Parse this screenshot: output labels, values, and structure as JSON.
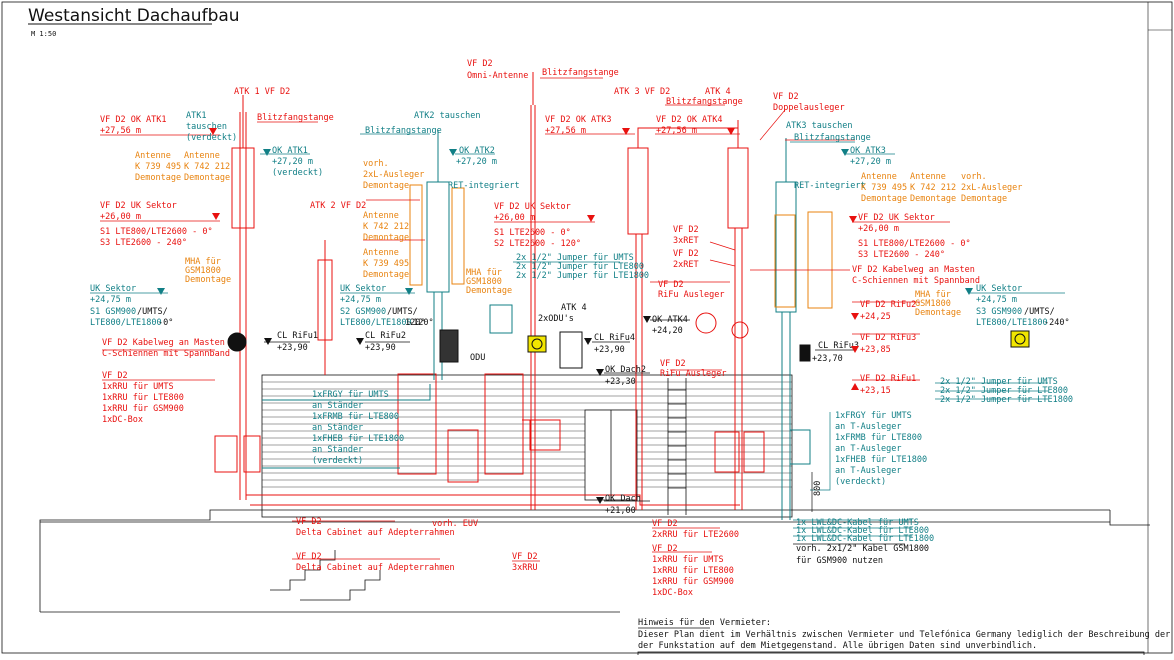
{
  "title": "Westansicht Dachaufbau",
  "scale": "M 1:50",
  "colors": {
    "red": "#e8110f",
    "teal": "#117f86",
    "orange": "#e8830f",
    "black": "#111111"
  },
  "labels": {
    "vfd2_top": "VF D2",
    "omni": "Omni-Antenne",
    "blitz_omni": "Blitzfangstange",
    "atk1": "ATK 1 VF D2",
    "atk3": "ATK 3 VF D2",
    "atk4": "ATK 4",
    "vfd2_dopp": "VF D2",
    "doppelausleger": "Doppelausleger",
    "ok_atk1_red": "VF D2 OK  ATK1",
    "ok_atk1_red_val": "+27,56 m",
    "atk1_tauschen": "ATK1",
    "atk1_tauschen2": "tauschen",
    "atk1_tauschen3": "(verdeckt)",
    "blitz_atk1": "Blitzfangstange",
    "ok_atk1_teal": "OK ATK1",
    "ok_atk1_teal_val": "+27,20 m",
    "ok_atk1_teal_note": "(verdeckt)",
    "ant_l1": "Antenne",
    "ant_l2": "K 739 495",
    "ant_l3": "Demontage",
    "ant_r1": "Antenne",
    "ant_r2": "K 742 212",
    "ant_r3": "Demontage",
    "atk2_tauschen": "ATK2 tauschen",
    "blitz_atk2": "Blitzfangstange",
    "ok_atk2": "OK ATK2",
    "ok_atk2_val": "+27,20 m",
    "vorh1": "vorh.",
    "vorh2": "2xL-Ausleger",
    "vorh3": "Demontage",
    "ret_int": "RET-integriert",
    "ok_atk3_red": "VF D2  OK  ATK3",
    "ok_atk3_red_val": "+27,56 m",
    "ok_atk4_red": "VF D2  OK  ATK4",
    "ok_atk4_red_val": "+27,56 m",
    "blitz_atk34": "Blitzfangstange",
    "atk3_tauschen": "ATK3 tauschen",
    "blitz_atk3": "Blitzfangstange",
    "ok_atk3_teal": "OK ATK3",
    "ok_atk3_teal_val": "+27,20 m",
    "ret_int_r": "RET-integriert",
    "ant_a1": "Antenne",
    "ant_a2": "K 739 495",
    "ant_a3": "Demontage",
    "ant_b1": "Antenne",
    "ant_b2": "K 742 212",
    "ant_b3": "Demontage",
    "vorh_r1": "vorh.",
    "vorh_r2": "2xL-Ausleger",
    "vorh_r3": "Demontage",
    "uk_l": "VF D2 UK  Sektor",
    "uk_l_val": "+26,00 m",
    "uk_l_s1": "S1 LTE800/LTE2600 - 0°",
    "uk_l_s3": "S3 LTE2600 - 240°",
    "atk2": "ATK 2 VF D2",
    "ant_m1": "Antenne",
    "ant_m2": "K 742 212",
    "ant_m3": "Demontage",
    "ant_m4": "Antenne",
    "ant_m5": "K 739 495",
    "ant_m6": "Demontage",
    "uk_m": "VF D2 UK  Sektor",
    "uk_m_val": "+26,00 m",
    "uk_m_s1": "S1 LTE2600 - 0°",
    "uk_m_s2": "S2 LTE2600 - 120°",
    "jump1": "2x 1/2\" Jumper für UMTS",
    "jump2": "2x 1/2\" Jumper für LTE800",
    "jump3": "2x 1/2\" Jumper für LTE1800",
    "vfd2_3xret": "VF D2",
    "vfd2_3xret2": "3xRET",
    "vfd2_2xret": "VF D2",
    "vfd2_2xret2": "2xRET",
    "uk_r": "VF D2 UK  Sektor",
    "uk_r_val": "+26,00 m",
    "uk_r_s1": "S1 LTE800/LTE2600 - 0°",
    "uk_r_s3": "S3 LTE2600 - 240°",
    "kabelweg_r1": "VF D2 Kabelweg an Masten",
    "kabelweg_r2": "C-Schiennen mit Spannband",
    "mha_l1": "MHA für",
    "mha_l2": "GSM1800",
    "mha_l3": "Demontage",
    "mha_m1": "MHA für",
    "mha_m2": "GSM1800",
    "mha_m3": "Demontage",
    "mha_r1": "MHA für",
    "mha_r2": "GSM1800",
    "mha_r3": "Demontage",
    "uk_teal_l": "UK  Sektor",
    "uk_teal_l_val": "+24,75 m",
    "uk_teal_l_s1a": "S1 GSM900",
    "uk_teal_l_s1b": "/UMTS/",
    "uk_teal_l_s2a": "LTE800/LTE1800",
    "uk_teal_l_s2b": "-0°",
    "uk_teal_m": "UK  Sektor",
    "uk_teal_m_val": "+24,75 m",
    "uk_teal_m_s1a": "S2 GSM900",
    "uk_teal_m_s1b": "/UMTS/",
    "uk_teal_m_s2a": "LTE800/LTE1800",
    "uk_teal_m_s2b": "-120°",
    "uk_teal_r": "UK  Sektor",
    "uk_teal_r_val": "+24,75 m",
    "uk_teal_r_s1a": "S3 GSM900",
    "uk_teal_r_s1b": "/UMTS/",
    "uk_teal_r_s2a": "LTE800/LTE1800",
    "uk_teal_r_s2b": "-240°",
    "rifu_aus1": "VF D2",
    "rifu_aus2": "RiFu Ausleger",
    "rifu_aus3": "VF D2",
    "rifu_aus4": "RiFu Ausleger",
    "rifu2_r": "VF D2 RiFu2",
    "rifu2_r_val": "+24,25",
    "rifu3_r": "VF D2 RiFu3",
    "rifu3_r_val": "+23,85",
    "rifu1_r": "VF D2 RiFu1",
    "rifu1_r_val": "+23,15",
    "odus": "2xODU's",
    "ok_atk4_blk": "OK ATK4",
    "ok_atk4_blk_val": "+24,20",
    "cl_rifu1": "CL RiFu1",
    "cl_rifu1_val": "+23,90",
    "cl_rifu2": "CL RiFu2",
    "cl_rifu2_val": "+23,90",
    "angle120": "120°",
    "cl_rifu4": "CL RiFu4",
    "cl_rifu4_val": "+23,90",
    "cl_rifu3": "CL RiFu3",
    "cl_rifu3_val": "+23,70",
    "ok_dach2": "OK Dach2",
    "ok_dach2_val": "+23,30",
    "odu": "ODU",
    "kabelweg_l1": "VF D2 Kabelweg an Masten",
    "kabelweg_l2": "C-Schiennen mit Spannband",
    "rru_l1": "VF D2",
    "rru_l2": "1xRRU für UMTS",
    "rru_l3": "1xRRU für LTE800",
    "rru_l4": "1xRRU für GSM900",
    "rru_l5": "1xDC-Box",
    "frgy1": "1xFRGY für UMTS",
    "frgy2": "an Ständer",
    "frgy3": "1xFRMB für LTE800",
    "frgy4": "an Ständer",
    "frgy5": "1xFHEB für LTE1800",
    "frgy6": "an Ständer",
    "frgy7": "(verdeckt)",
    "jr1": "2x 1/2\" Jumper für UMTS",
    "jr2": "2x 1/2\" Jumper für LTE800",
    "jr3": "2x 1/2\" Jumper für LTE1800",
    "frgyr1": "1xFRGY für UMTS",
    "frgyr2": "an T-Ausleger",
    "frgyr3": "1xFRMB für LTE800",
    "frgyr4": "an T-Ausleger",
    "frgyr5": "1xFHEB für LTE1800",
    "frgyr6": "an T-Ausleger",
    "frgyr7": "(verdeckt)",
    "dim800": "800",
    "ok_dach": "OK Dach",
    "ok_dach_val": "+21,00",
    "cab1a": "VF D2",
    "cab1b": "Delta Cabinet auf Adepterrahmen",
    "vorh_euv": "vorh. EUV",
    "cab2a": "VF D2",
    "cab2b": "Delta Cabinet auf Adepterrahmen",
    "rru3a": "VF D2",
    "rru3b": "3xRRU",
    "rru2600a": "VF D2",
    "rru2600b": "2xRRU für LTE2600",
    "rrub1": "VF D2",
    "rrub2": "1xRRU für UMTS",
    "rrub3": "1xRRU für LTE800",
    "rrub4": "1xRRU für GSM900",
    "rrub5": "1xDC-Box",
    "lwl1": "1x LWL&DC-Kabel für UMTS",
    "lwl2": "1x LWL&DC-Kabel für LTE800",
    "lwl3": "1x LWL&DC-Kabel für LTE1800",
    "lwl4": "vorh. 2x1/2\" Kabel GSM1800",
    "lwl5": "für GSM900 nutzen",
    "hinweis_title": "Hinweis für den Vermieter:",
    "hinweis_1": "Dieser Plan dient im Verhältnis zwischen Vermieter und Telefónica Germany lediglich der Beschreibung der Lage",
    "hinweis_2": "der Funkstation auf dem Mietgegenstand. Alle übrigen Daten sind unverbindlich."
  }
}
